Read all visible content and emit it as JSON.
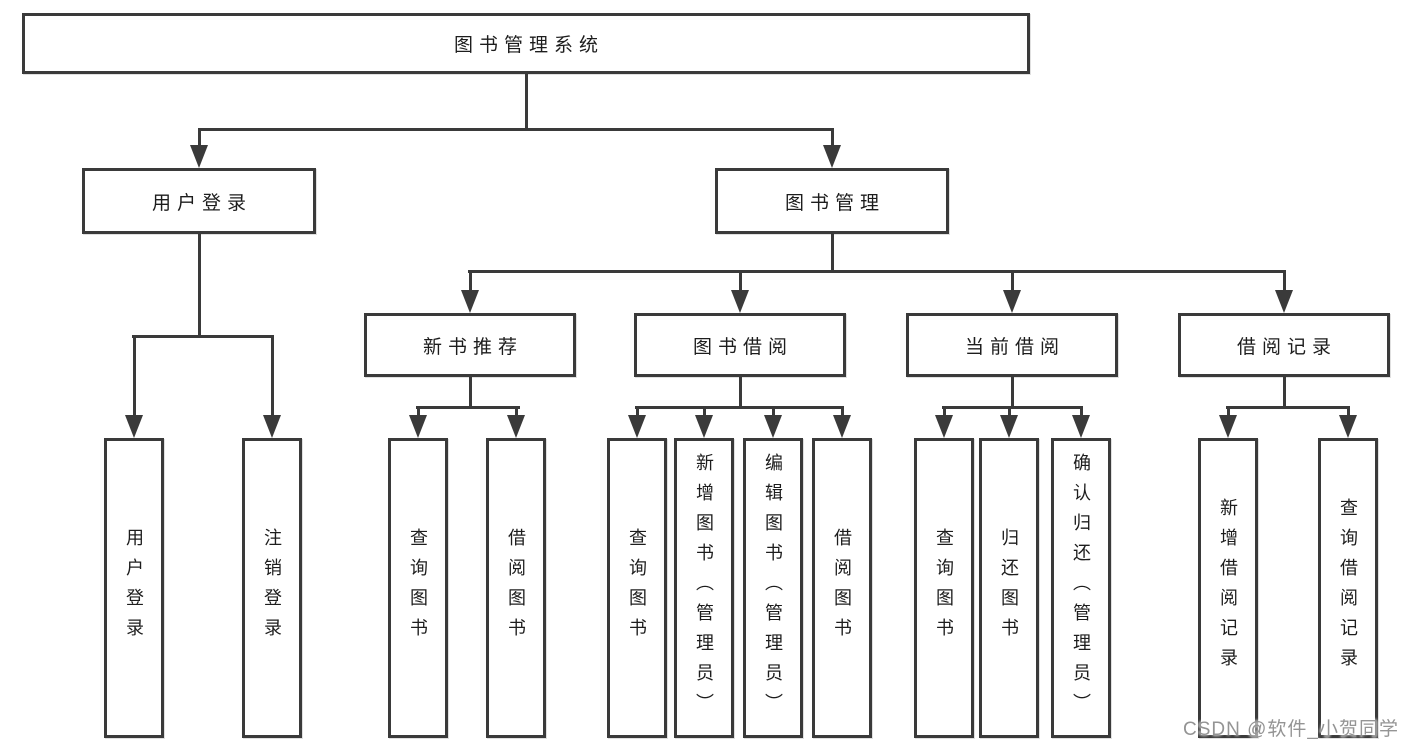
{
  "colors": {
    "line": "#3a3a3a",
    "text": "#1d1d1d",
    "background": "#ffffff",
    "watermark": "#949494"
  },
  "tree": {
    "root": {
      "label": "图书管理系统"
    },
    "level2": [
      {
        "label": "用户登录",
        "children": [
          "用户登录",
          "注销登录"
        ]
      },
      {
        "label": "图书管理"
      }
    ],
    "level3": [
      {
        "label": "新书推荐",
        "children": [
          "查询图书",
          "借阅图书"
        ]
      },
      {
        "label": "图书借阅",
        "children": [
          "查询图书",
          "新增图书（管理员）",
          "编辑图书（管理员）",
          "借阅图书"
        ]
      },
      {
        "label": "当前借阅",
        "children": [
          "查询图书",
          "归还图书",
          "确认归还（管理员）"
        ]
      },
      {
        "label": "借阅记录",
        "children": [
          "新增借阅记录",
          "查询借阅记录"
        ]
      }
    ]
  },
  "watermark": {
    "text": "CSDN @软件_小贺同学"
  }
}
